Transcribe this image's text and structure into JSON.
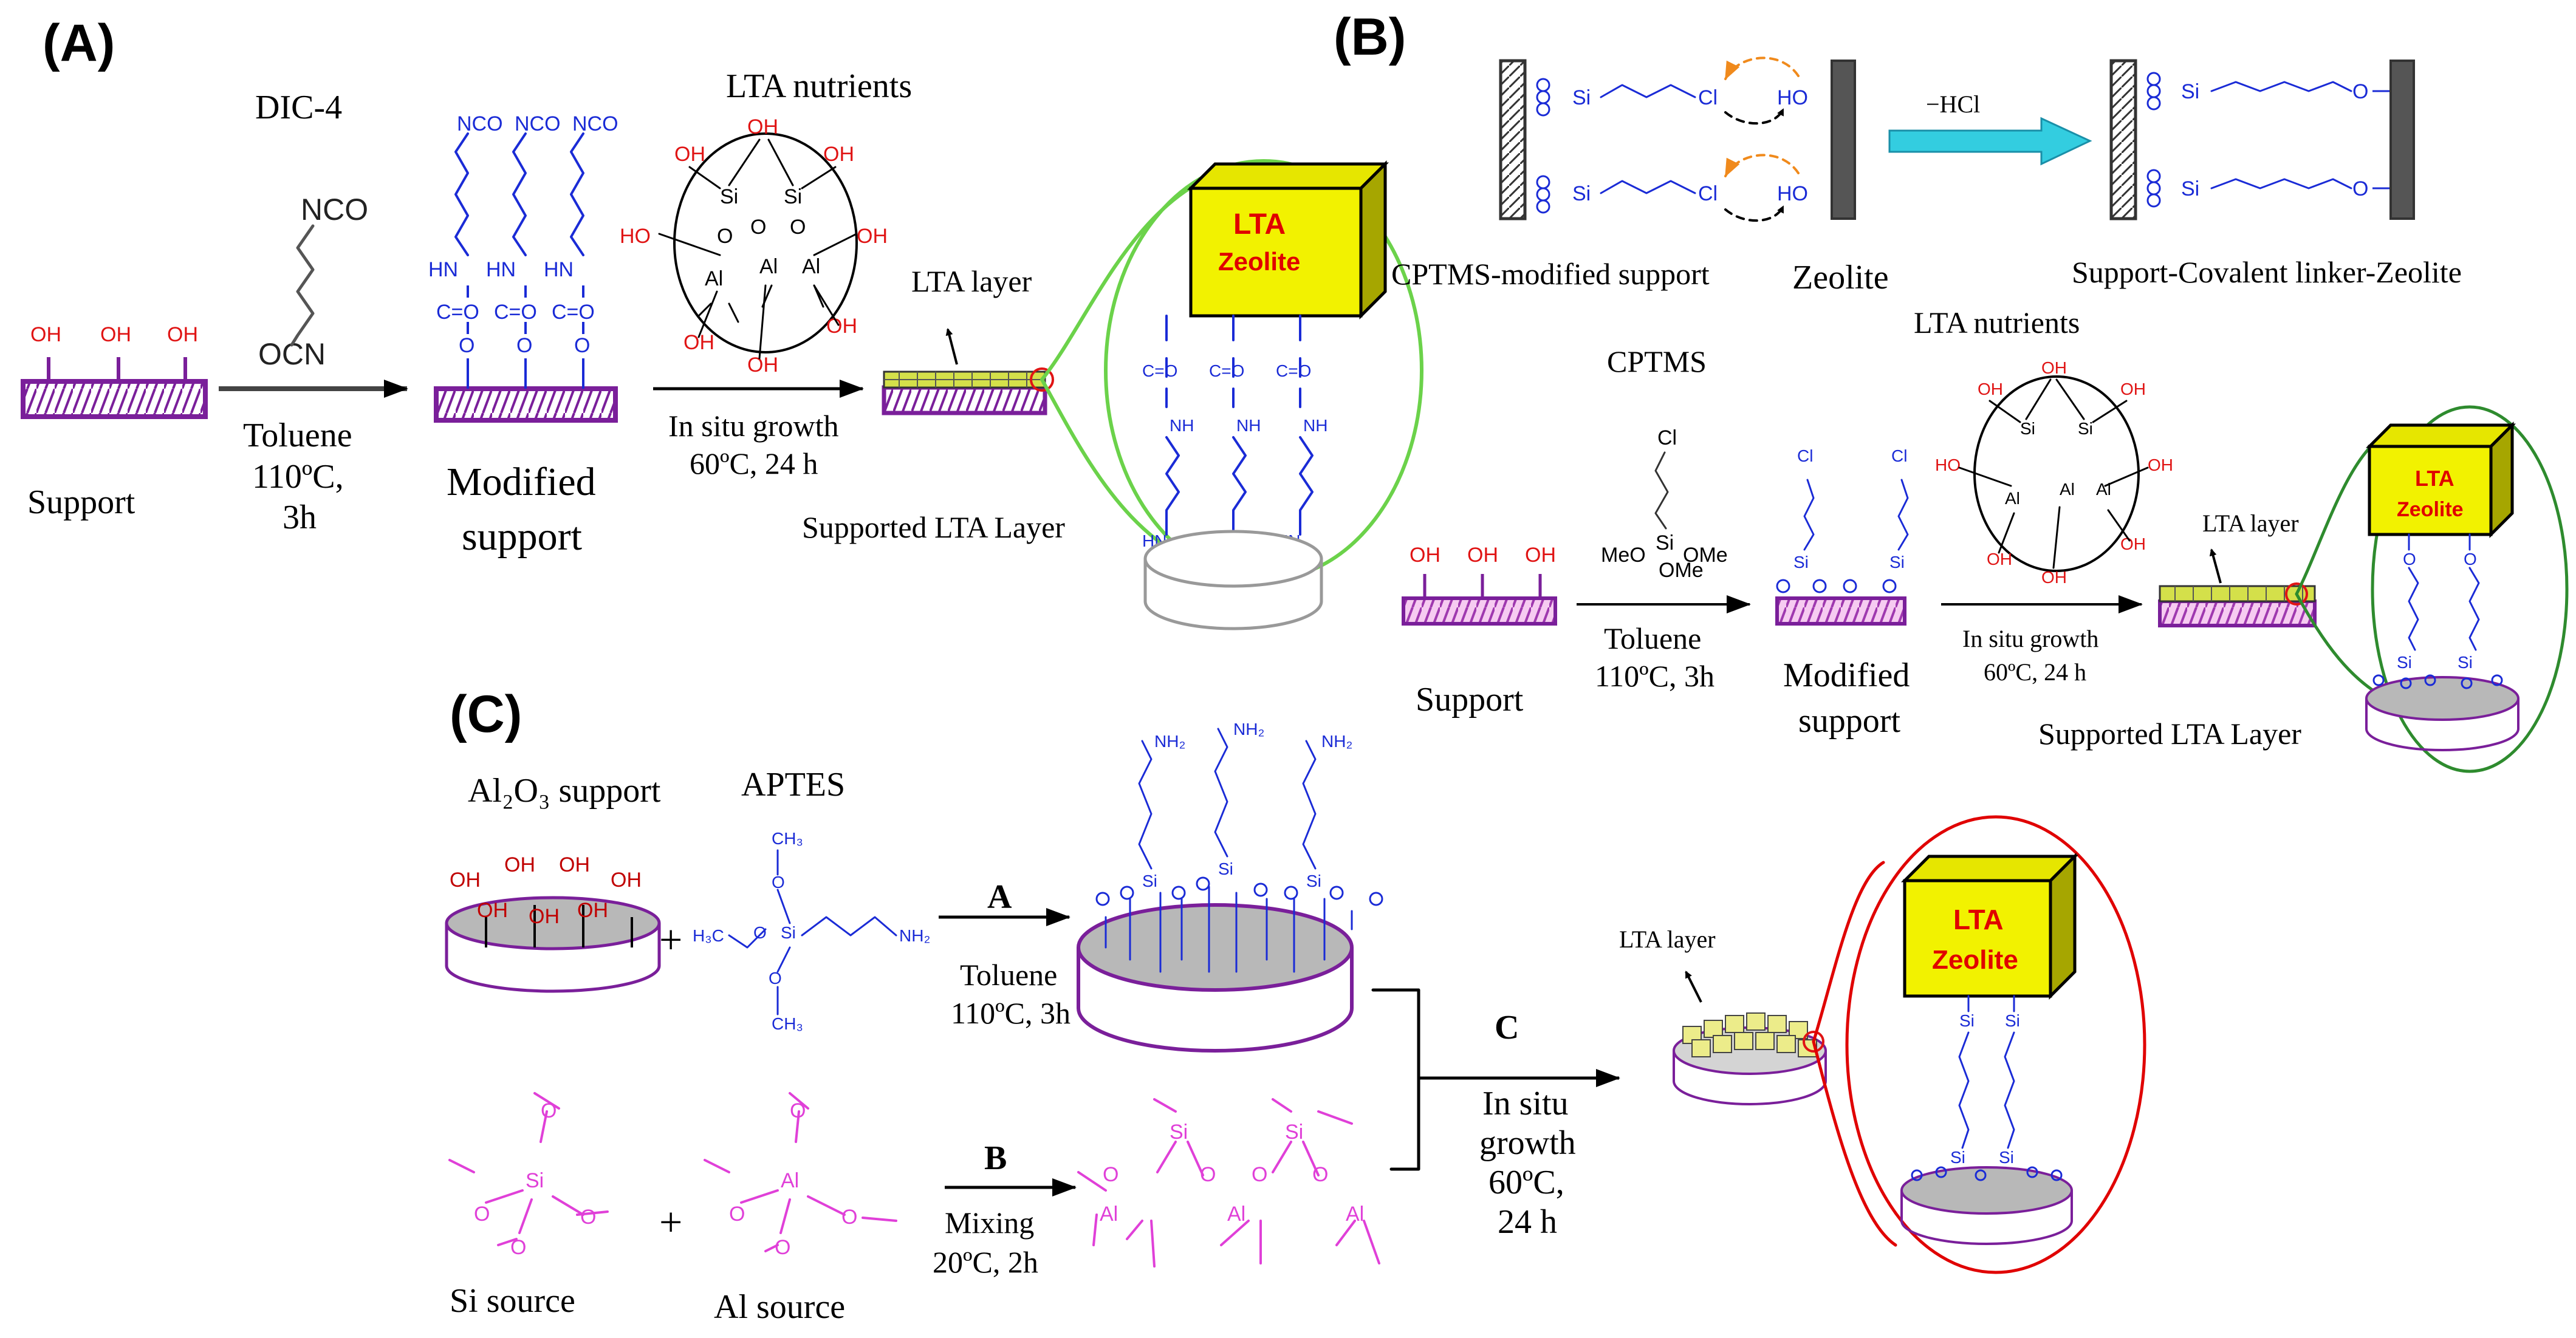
{
  "panels": {
    "a": "(A)",
    "b": "(B)",
    "c": "(C)"
  },
  "colors": {
    "support_border": "#7a1f9a",
    "support_fill": "#c8a6e0",
    "support_fill_b": "#e46ad6",
    "cyan": "#29c7e6",
    "blue": "#1a2bd6",
    "red": "#e01414",
    "magenta": "#e040d8",
    "zeolite_fill": "#f2f200",
    "green": "#6bd24a",
    "dark_green": "#2e8b2e",
    "oval_red": "#e00000",
    "disc_gray": "#b8b8b8",
    "arrow_cyan": "#33cde0",
    "orange": "#f08a1c"
  },
  "a": {
    "support_label": "Support",
    "oh": "OH",
    "reagent": "DIC-4",
    "nco": "NCO",
    "ocn": "OCN",
    "cond1": "Toluene",
    "cond2": "110ºC,",
    "cond3": "3h",
    "modified1": "Modified",
    "modified2": "support",
    "nutrients": "LTA nutrients",
    "ho": "HO",
    "si": "Si",
    "al": "Al",
    "o": "O",
    "growth1": "In situ growth",
    "growth2": "60ºC, 24 h",
    "layer": "LTA layer",
    "supported": "Supported LTA Layer",
    "zeolite1": "LTA",
    "zeolite2": "Zeolite",
    "hn": "HN",
    "nh": "NH",
    "c_eq_o": "C=O"
  },
  "b": {
    "si": "Si",
    "cl": "Cl",
    "ho": "HO",
    "hcl": "−HCl",
    "cptms_support": "CPTMS-modified support",
    "zeolite": "Zeolite",
    "linker": "Support-Covalent linker-Zeolite",
    "cptms": "CPTMS",
    "nutrients": "LTA nutrients",
    "meo": "MeO",
    "ome": "OMe",
    "support": "Support",
    "cond1": "Toluene",
    "cond2": "110ºC, 3h",
    "modified1": "Modified",
    "modified2": "support",
    "growth1": "In situ growth",
    "growth2": "60ºC, 24 h",
    "layer": "LTA layer",
    "supported": "Supported LTA Layer",
    "zeolite1": "LTA",
    "zeolite2": "Zeolite",
    "o": "O",
    "oh": "OH",
    "al": "Al"
  },
  "c": {
    "support": "Al₂O₃ support",
    "aptes": "APTES",
    "oh": "OH",
    "plus": "+",
    "nh2": "NH₂",
    "ch3": "CH₃",
    "h3c": "H₃C",
    "step_a": "A",
    "cond_a1": "Toluene",
    "cond_a2": "110ºC, 3h",
    "step_b": "B",
    "cond_b1": "Mixing",
    "cond_b2": "20ºC, 2h",
    "step_c": "C",
    "cond_c1": "In situ",
    "cond_c2": "growth",
    "cond_c3": "60ºC,",
    "cond_c4": "24 h",
    "si_source": "Si source",
    "al_source": "Al source",
    "layer": "LTA layer",
    "zeolite1": "LTA",
    "zeolite2": "Zeolite",
    "si": "Si",
    "al": "Al",
    "o": "O"
  }
}
